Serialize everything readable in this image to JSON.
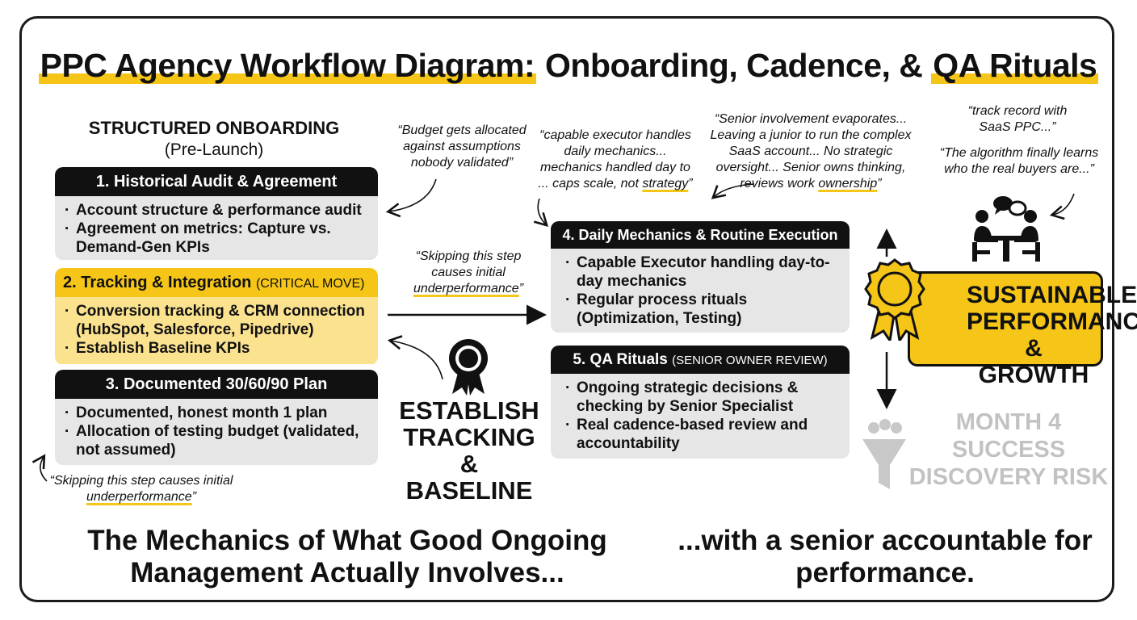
{
  "title": {
    "part1": "PPC Agency Workflow Diagram:",
    "part2": " Onboarding, Cadence, & ",
    "part3": "QA Rituals"
  },
  "onboarding": {
    "heading": "STRUCTURED ONBOARDING",
    "subheading": "(Pre-Launch)"
  },
  "cards": {
    "historical": {
      "title": "1. Historical Audit & Agreement",
      "bullets": [
        "Account structure & performance audit",
        "Agreement on metrics: Capture vs. Demand-Gen KPIs"
      ]
    },
    "tracking": {
      "title": "2. Tracking & Integration",
      "tag": "(CRITICAL MOVE)",
      "bullets": [
        "Conversion tracking & CRM connection (HubSpot, Salesforce, Pipedrive)",
        "Establish Baseline KPIs"
      ]
    },
    "plan": {
      "title": "3. Documented 30/60/90 Plan",
      "bullets": [
        "Documented, honest month 1 plan",
        "Allocation of testing budget (validated, not assumed)"
      ]
    },
    "daily": {
      "title": "4. Daily Mechanics & Routine Execution",
      "bullets": [
        "Capable Executor handling day-to-day mechanics",
        "Regular process rituals (Optimization, Testing)"
      ]
    },
    "qa": {
      "title": "5. QA Rituals",
      "tag": "(SENIOR OWNER REVIEW)",
      "bullets": [
        "Ongoing strategic decisions & checking by Senior Specialist",
        "Real cadence-based review and accountability"
      ]
    }
  },
  "quotes": {
    "budget": "“Budget gets allocated against assumptions nobody validated”",
    "skip_mid_a": "“Skipping this step causes initial ",
    "skip_mid_b": "underperformance",
    "skip_mid_c": "”",
    "skip_left_a": "“Skipping this step causes initial ",
    "skip_left_b": "underperformance",
    "skip_left_c": "”",
    "executor_a": "“capable executor handles daily mechanics... mechanics handled day to ... caps scale, not ",
    "executor_b": "strategy",
    "executor_c": "”",
    "senior_a": "“Senior involvement evaporates... Leaving a junior to run the complex SaaS account... No strategic oversight... Senior owns thinking, reviews work ",
    "senior_b": "ownership",
    "senior_c": "”",
    "track_record": "“track record with SaaS PPC...”",
    "algorithm": "“The algorithm finally learns who the real buyers are...”"
  },
  "establish": "ESTABLISH TRACKING & BASELINE",
  "sustainable": "SUSTAINABLE PERFORMANCE & GROWTH",
  "month4": "MONTH 4 SUCCESS DISCOVERY RISK",
  "bottom": {
    "left": "The Mechanics of What Good Ongoing Management Actually Involves...",
    "right": "...with a senior accountable for performance."
  },
  "colors": {
    "accent": "#f5c518",
    "accent_light": "#fbe28f",
    "card_bg": "#e6e6e6",
    "dark": "#111111",
    "muted": "#c2c2c2"
  },
  "icons": [
    "ribbon-award-icon",
    "meeting-people-icon",
    "funnel-icon",
    "gold-medal-icon"
  ]
}
